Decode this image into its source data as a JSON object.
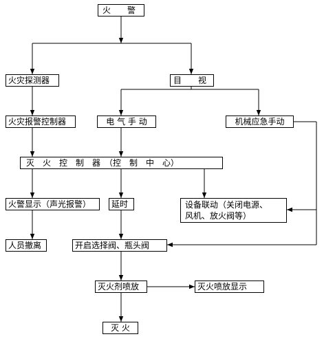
{
  "nodes": {
    "fire_alarm": "火　警",
    "fire_detector": "火灾探测器",
    "visual": "目　视",
    "fire_alarm_controller": "火灾报警控制器",
    "electric_manual": "电 气 手 动",
    "mech_emergency_manual": "机械应急手动",
    "extinguish_controller": "灭　火　控　制　器　（控　制　中　心）",
    "alarm_display": "火警显示（声光报警）",
    "delay": "延时",
    "device_linkage_line1": "设备联动（关闭电源、",
    "device_linkage_line2": "风机、放火阀等）",
    "evacuation": "人员撤离",
    "open_valves": "开启选择阀、瓶头阀",
    "agent_release": "灭火剂喷放",
    "release_display": "灭火喷放显示",
    "extinguished": "灭 火"
  },
  "colors": {
    "line": "#000000",
    "box_fill": "#ffffff"
  }
}
